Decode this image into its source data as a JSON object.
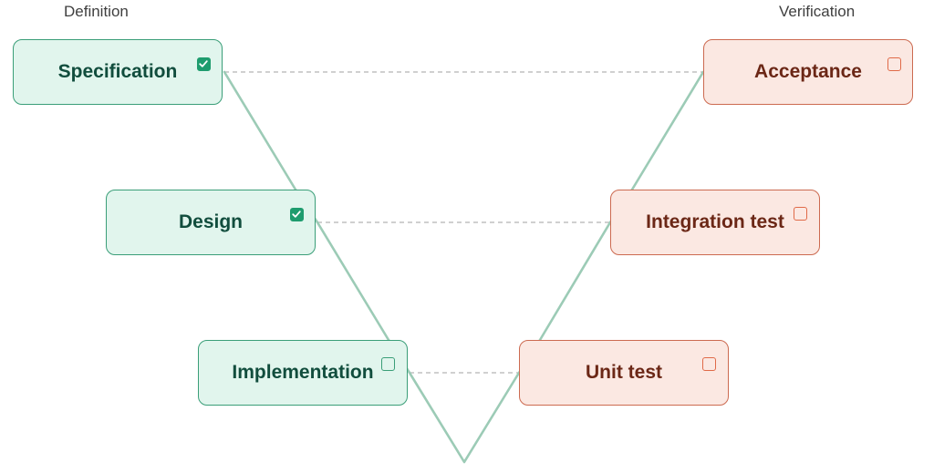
{
  "headings": {
    "left": "Definition",
    "right": "Verification"
  },
  "colors": {
    "definition_fill": "#e1f5ed",
    "definition_border": "#3a9e78",
    "definition_text": "#114d3d",
    "verification_fill": "#fbe8e2",
    "verification_border": "#cc6a50",
    "verification_text": "#6b2716",
    "v_line": "#9ccbb6",
    "dashed_link": "#b5b5b5",
    "checked_fill": "#1e9c6e"
  },
  "definition": [
    {
      "label": "Specification",
      "checked": true,
      "checkbox_icon": "checked-box-icon"
    },
    {
      "label": "Design",
      "checked": true,
      "checkbox_icon": "checked-box-icon"
    },
    {
      "label": "Implementation",
      "checked": false,
      "checkbox_icon": "empty-box-icon"
    }
  ],
  "verification": [
    {
      "label": "Acceptance",
      "checked": false,
      "checkbox_icon": "empty-box-icon"
    },
    {
      "label": "Integration test",
      "checked": false,
      "checkbox_icon": "empty-box-icon"
    },
    {
      "label": "Unit test",
      "checked": false,
      "checkbox_icon": "empty-box-icon"
    }
  ]
}
